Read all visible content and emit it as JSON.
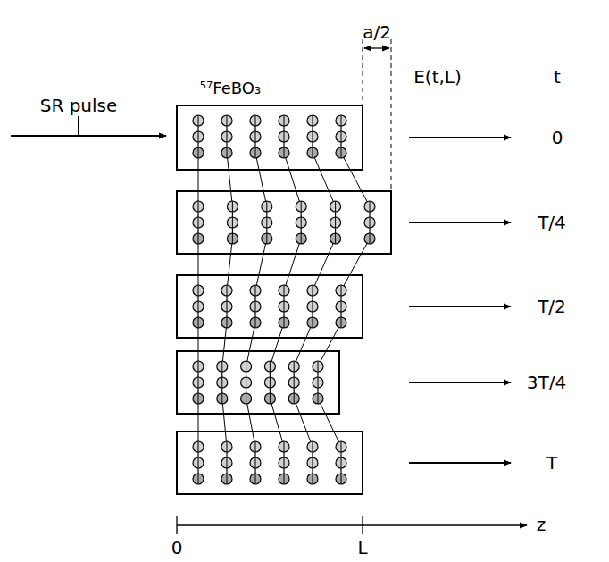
{
  "diagram": {
    "labels": [
      "SR pulse",
      "⁵⁷FeBO₃",
      "a/2",
      "E(t,L)",
      "t",
      "0",
      "T/4",
      "T/2",
      "3T/4",
      "T",
      "0",
      "L",
      "z"
    ]
  }
}
